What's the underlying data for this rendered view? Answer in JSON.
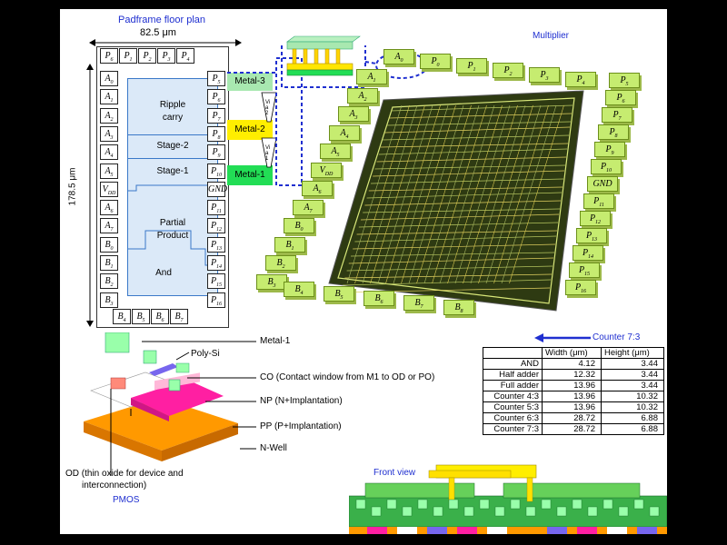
{
  "floorplan": {
    "title": "Padframe floor plan",
    "width_dim": "82.5 μm",
    "height_dim": "178.5 μm",
    "top_pads": [
      [
        "P",
        "6"
      ],
      [
        "P",
        "1"
      ],
      [
        "P",
        "2"
      ],
      [
        "P",
        "3"
      ],
      [
        "P",
        "4"
      ]
    ],
    "left_pads": [
      [
        "A",
        "0"
      ],
      [
        "A",
        "1"
      ],
      [
        "A",
        "2"
      ],
      [
        "A",
        "3"
      ],
      [
        "A",
        "4"
      ],
      [
        "A",
        "5"
      ],
      [
        "V",
        "DD"
      ],
      [
        "A",
        "6"
      ],
      [
        "A",
        "7"
      ],
      [
        "B",
        "0"
      ],
      [
        "B",
        "1"
      ],
      [
        "B",
        "2"
      ],
      [
        "B",
        "3"
      ]
    ],
    "right_pads": [
      [
        "P",
        "5"
      ],
      [
        "P",
        "6"
      ],
      [
        "P",
        "7"
      ],
      [
        "P",
        "8"
      ],
      [
        "P",
        "9"
      ],
      [
        "P",
        "10"
      ],
      [
        "GND",
        ""
      ],
      [
        "P",
        "11"
      ],
      [
        "P",
        "12"
      ],
      [
        "P",
        "13"
      ],
      [
        "P",
        "14"
      ],
      [
        "P",
        "15"
      ],
      [
        "P",
        "16"
      ]
    ],
    "bottom_pads": [
      [
        "B",
        "4"
      ],
      [
        "B",
        "5"
      ],
      [
        "B",
        "6"
      ],
      [
        "B",
        "7"
      ]
    ],
    "blocks": {
      "ripple_line1": "Ripple",
      "ripple_line2": "carry",
      "stage2": "Stage-2",
      "stage1": "Stage-1",
      "partial_line1": "Partial",
      "partial_line2": "Product",
      "and": "And"
    }
  },
  "metal_stack": {
    "metal3": "Metal-3",
    "metal2": "Metal-2",
    "metal1": "Metal-1",
    "via2": "Via 2",
    "via1": "Via 1"
  },
  "multiplier": {
    "title": "Multiplier",
    "top_pads": [
      [
        "A",
        "0"
      ],
      [
        "P",
        "0"
      ],
      [
        "P",
        "1"
      ],
      [
        "P",
        "2"
      ],
      [
        "P",
        "3"
      ],
      [
        "P",
        "4"
      ]
    ],
    "left_pads": [
      [
        "A",
        "1"
      ],
      [
        "A",
        "2"
      ],
      [
        "A",
        "3"
      ],
      [
        "A",
        "4"
      ],
      [
        "A",
        "5"
      ],
      [
        "V",
        "DD"
      ],
      [
        "A",
        "6"
      ],
      [
        "A",
        "7"
      ],
      [
        "B",
        "0"
      ],
      [
        "B",
        "1"
      ],
      [
        "B",
        "2"
      ],
      [
        "B",
        "3"
      ]
    ],
    "right_pads": [
      [
        "P",
        "5"
      ],
      [
        "P",
        "6"
      ],
      [
        "P",
        "7"
      ],
      [
        "P",
        "8"
      ],
      [
        "P",
        "9"
      ],
      [
        "P",
        "10"
      ],
      [
        "GND",
        ""
      ],
      [
        "P",
        "11"
      ],
      [
        "P",
        "12"
      ],
      [
        "P",
        "13"
      ],
      [
        "P",
        "14"
      ],
      [
        "P",
        "15"
      ],
      [
        "P",
        "16"
      ]
    ],
    "bottom_pads": [
      [
        "B",
        "4"
      ],
      [
        "B",
        "5"
      ],
      [
        "B",
        "6"
      ],
      [
        "B",
        "7"
      ],
      [
        "B",
        "8"
      ]
    ]
  },
  "pmos": {
    "labels": {
      "metal1": "Metal-1",
      "polysi": "Poly-Si",
      "co": "CO (Contact window from M1 to OD or PO)",
      "np": "NP (N+Implantation)",
      "pp": "PP (P+Implantation)",
      "nwell": "N-Well",
      "od_line1": "OD (thin oxide for device and",
      "od_line2": "interconnection)"
    },
    "caption": "PMOS"
  },
  "counter_title": "Counter 7:3",
  "table": {
    "headers": [
      "",
      "Width (μm)",
      "Height (μm)"
    ],
    "rows": [
      [
        "AND",
        "4.12",
        "3.44"
      ],
      [
        "Half adder",
        "12.32",
        "3.44"
      ],
      [
        "Full adder",
        "13.96",
        "3.44"
      ],
      [
        "Counter 4:3",
        "13.96",
        "10.32"
      ],
      [
        "Counter 5:3",
        "13.96",
        "10.32"
      ],
      [
        "Counter 6:3",
        "28.72",
        "6.88"
      ],
      [
        "Counter 7:3",
        "28.72",
        "6.88"
      ]
    ]
  },
  "front_view": "Front view",
  "colors": {
    "pad_green": "#c6ec70",
    "metal1_green": "#22dd55",
    "metal2_yellow": "#ffee00",
    "metal3_green": "#a8e8b0",
    "block_fill": "#dbe9f8",
    "title_blue": "#1f2fd0"
  }
}
